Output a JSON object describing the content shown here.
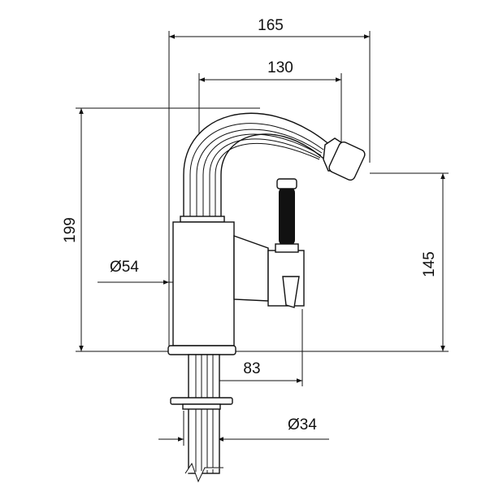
{
  "drawing": {
    "title": "Bidet mixer dimensions",
    "dimensions": {
      "overall_width": "165",
      "spout_reach": "130",
      "overall_height": "199",
      "spout_height": "145",
      "body_diameter": "Ø54",
      "handle_offset": "83",
      "shank_diameter": "Ø34"
    },
    "colors": {
      "line": "#111111",
      "background": "#ffffff"
    }
  }
}
